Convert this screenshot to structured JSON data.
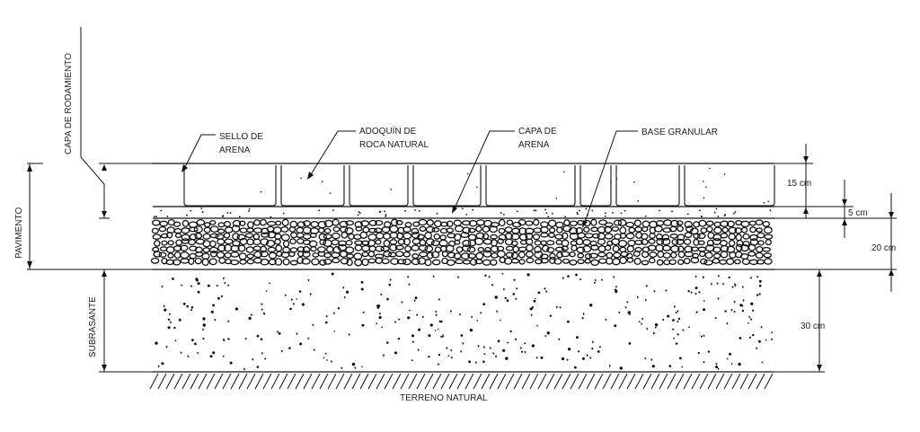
{
  "labels": {
    "capa_rodamiento": "CAPA DE RODAMIENTO",
    "sello_line1": "SELLO DE",
    "sello_line2": "ARENA",
    "adoquin_line1": "ADOQUÍN DE",
    "adoquin_line2": "ROCA NATURAL",
    "capa_arena_line1": "CAPA DE",
    "capa_arena_line2": "ARENA",
    "base_granular": "BASE GRANULAR",
    "pavimento": "PAVIMENTO",
    "subrasante": "SUBRASANTE",
    "terreno_natural": "TERRENO NATURAL"
  },
  "dimensions": {
    "adoquin_thickness": "15 cm",
    "arena_thickness": "5 cm",
    "base_thickness": "20 cm",
    "subrasante_thickness": "30 cm"
  },
  "colors": {
    "line": "#111111",
    "background": "#ffffff"
  }
}
